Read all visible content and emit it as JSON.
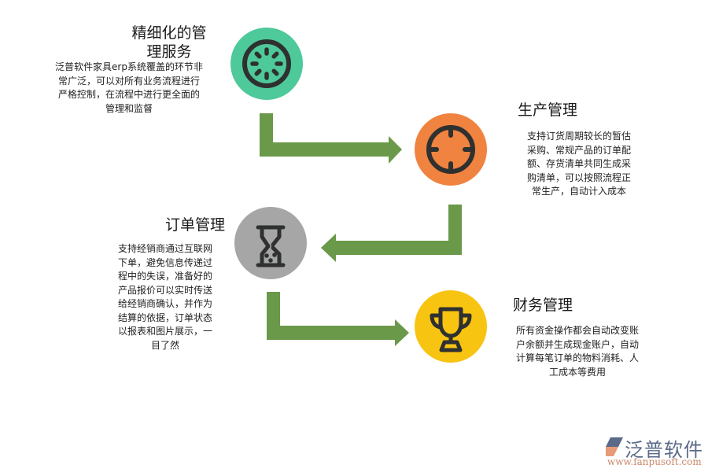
{
  "colors": {
    "arrow": "#6a994a",
    "step1": "#4ec99a",
    "step2": "#f0833f",
    "step3": "#a6a6a6",
    "step4": "#f8c412",
    "icon_stroke": "#2f3030"
  },
  "steps": [
    {
      "title": "精细化的管理服务",
      "title_line1": "精细化的管",
      "title_line2": "理服务",
      "icon": "loading-spinner-icon",
      "desc_lines": [
        "泛普软件家具erp系统覆盖的环节非",
        "常广泛，可以对所有业务流程进行",
        "严格控制，在流程中进行更全面的",
        "管理和监督"
      ]
    },
    {
      "title": "生产管理",
      "icon": "crosshair-target-icon",
      "desc_lines": [
        "支持订货周期较长的暂估",
        "采购、常规产品的订单配",
        "额、存货清单共同生成采",
        "购清单，可以按照流程正",
        "常生产，自动计入成本"
      ]
    },
    {
      "title": "订单管理",
      "icon": "hourglass-icon",
      "desc_lines": [
        "支持经销商通过互联网",
        "下单，避免信息传递过",
        "程中的失误，准备好的",
        "产品报价可以实时传送",
        "给经销商确认，并作为",
        "结算的依据，订单状态",
        "以报表和图片展示，一",
        "目了然"
      ]
    },
    {
      "title": "财务管理",
      "icon": "trophy-icon",
      "desc_lines": [
        "所有资金操作都会自动改变账",
        "户余额并生成现金账户，自动",
        "计算每笔订单的物料消耗、人",
        "工成本等费用"
      ]
    }
  ],
  "logo": {
    "name": "泛普软件",
    "url": "www.fanpusoft.com"
  }
}
